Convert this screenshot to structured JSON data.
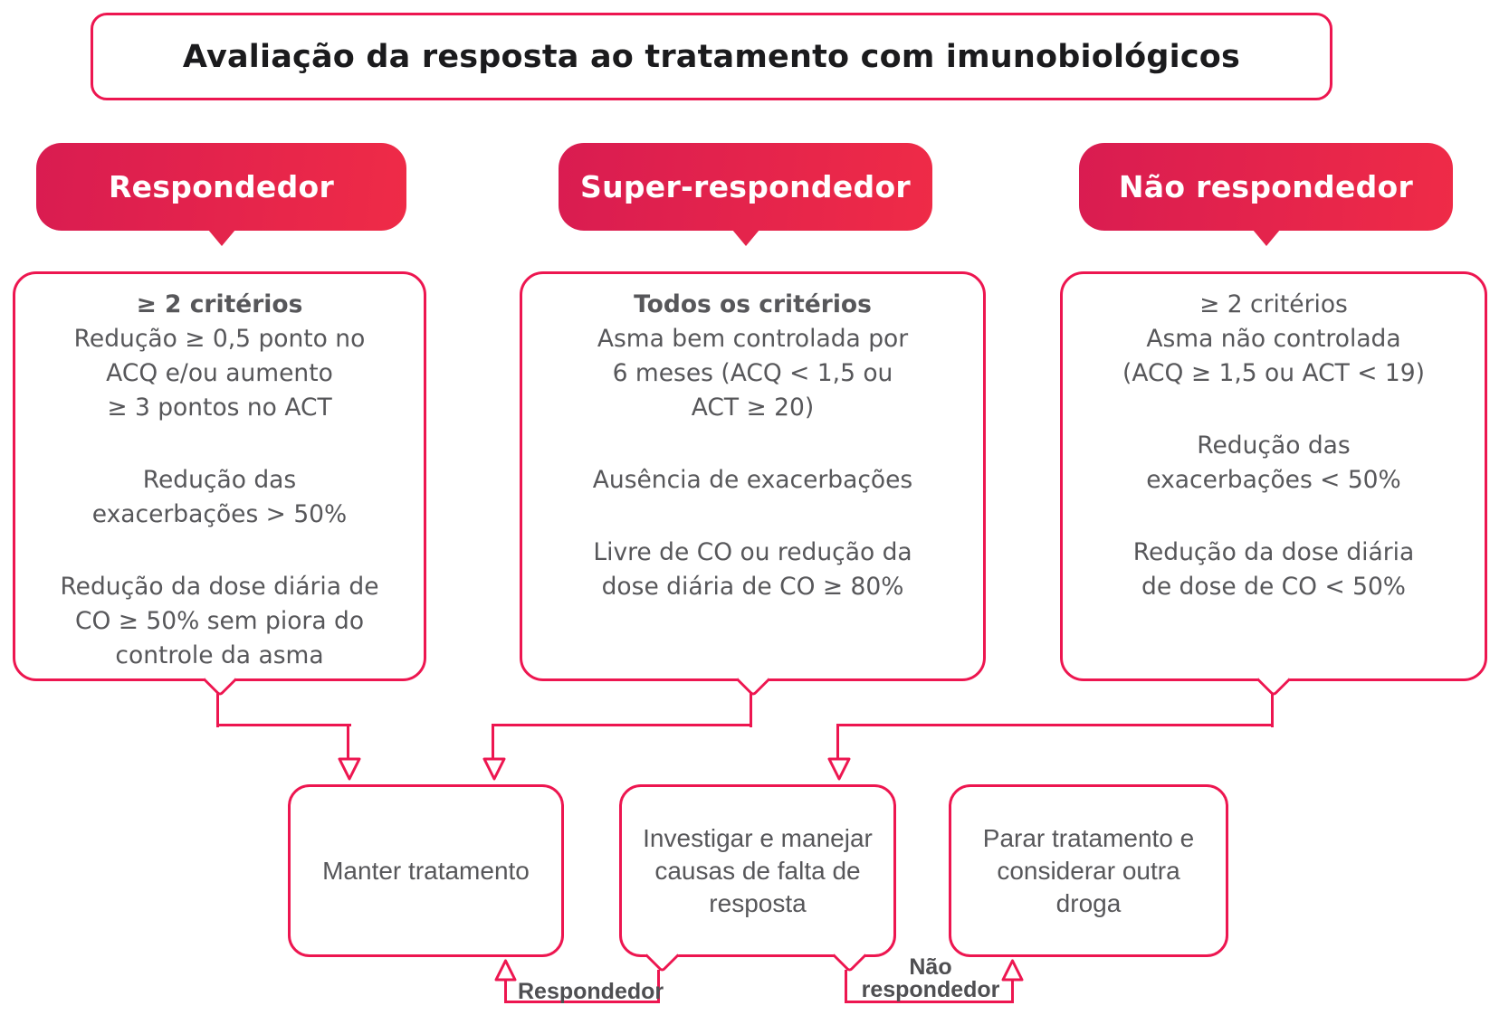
{
  "title": "Avaliação da resposta ao tratamento com imunobiológicos",
  "colors": {
    "accent_line": "#ed1650",
    "badge_gradient_start": "#d91c51",
    "badge_gradient_end": "#ef2b47",
    "body_text": "#57575a",
    "title_text": "#1b1b1d",
    "edge_label_text": "#4f4f52"
  },
  "columns": [
    {
      "badge": "Respondedor",
      "heading": "≥ 2 critérios",
      "block1": "Redução ≥ 0,5 ponto no\nACQ e/ou aumento\n≥ 3 pontos no ACT",
      "block2": "Redução das\nexacerbações > 50%",
      "block3": "Redução da dose diária de\nCO ≥ 50% sem piora do\ncontrole da asma"
    },
    {
      "badge": "Super-respondedor",
      "heading": "Todos os critérios",
      "block1": "Asma bem controlada por\n6 meses (ACQ < 1,5 ou\nACT ≥ 20)",
      "block2": "Ausência de exacerbações",
      "block3": "Livre de CO ou redução da\ndose diária de CO ≥ 80%"
    },
    {
      "badge": "Não respondedor",
      "heading": "≥ 2 critérios",
      "block1": "Asma não controlada\n(ACQ ≥ 1,5 ou ACT < 19)",
      "block2": "Redução das\nexacerbações < 50%",
      "block3": "Redução da dose diária\nde dose de CO < 50%"
    }
  ],
  "actions": [
    {
      "label": "Manter tratamento"
    },
    {
      "label": "Investigar e manejar\ncausas de falta de\nresposta"
    },
    {
      "label": "Parar tratamento e\nconsiderar outra\ndroga"
    }
  ],
  "edge_labels": {
    "responder": "Respondedor",
    "non_responder": "Não\nrespondedor"
  }
}
